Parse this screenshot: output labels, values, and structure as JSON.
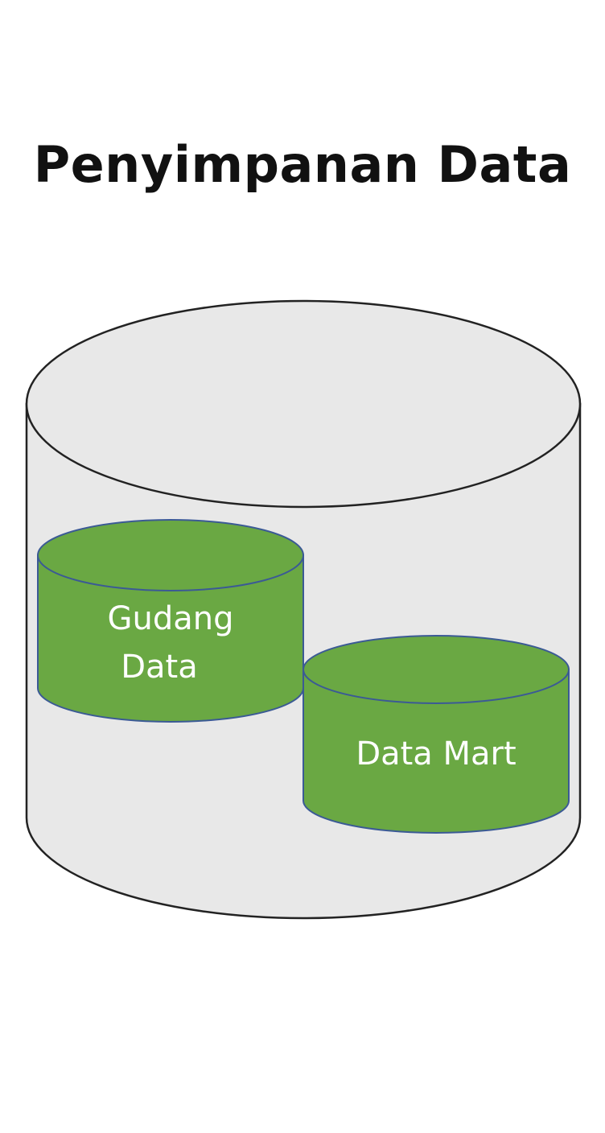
{
  "title": "Penyimpanan Data",
  "outer_container": {
    "fill": "#e8e8e8",
    "stroke": "#222222"
  },
  "inner_cylinders": [
    {
      "label_lines": [
        "Gudang",
        "Data"
      ],
      "fill": "#6aa843",
      "stroke": "#3b5a95",
      "text_color": "#ffffff"
    },
    {
      "label_lines": [
        "Data Mart"
      ],
      "fill": "#6aa843",
      "stroke": "#3b5a95",
      "text_color": "#ffffff"
    }
  ]
}
